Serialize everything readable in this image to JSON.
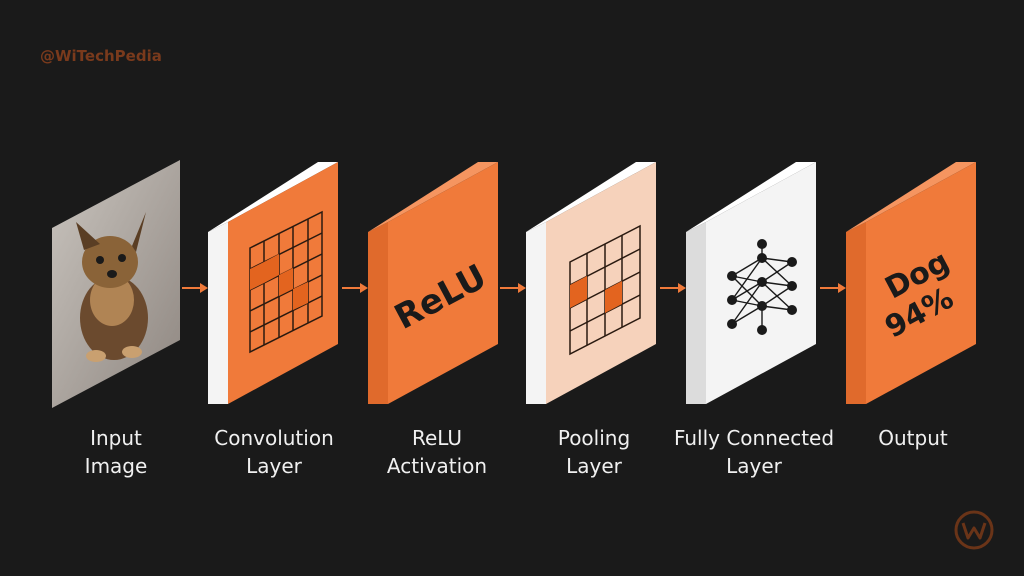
{
  "watermark": "@WiTechPedia",
  "colors": {
    "background": "#1a1a1a",
    "accent": "#f07a3a",
    "accent_light": "#f6d2bb",
    "side_white": "#f4f4f4",
    "grid_line": "#2a1a10"
  },
  "steps": [
    {
      "line1": "Input",
      "line2": "Image",
      "icon": "dog-photo"
    },
    {
      "line1": "Convolution",
      "line2": "Layer",
      "icon": "grid-icon"
    },
    {
      "line1": "ReLU",
      "line2": "Activation",
      "block_text": "ReLU"
    },
    {
      "line1": "Pooling",
      "line2": "Layer",
      "icon": "grid-icon"
    },
    {
      "line1": "Fully Connected",
      "line2": "Layer",
      "icon": "neural-network-icon"
    },
    {
      "line1": "Output",
      "line2": "",
      "block_line1": "Dog",
      "block_line2": "94%"
    }
  ],
  "arrows": 5,
  "corner_logo": "w-logo-icon"
}
